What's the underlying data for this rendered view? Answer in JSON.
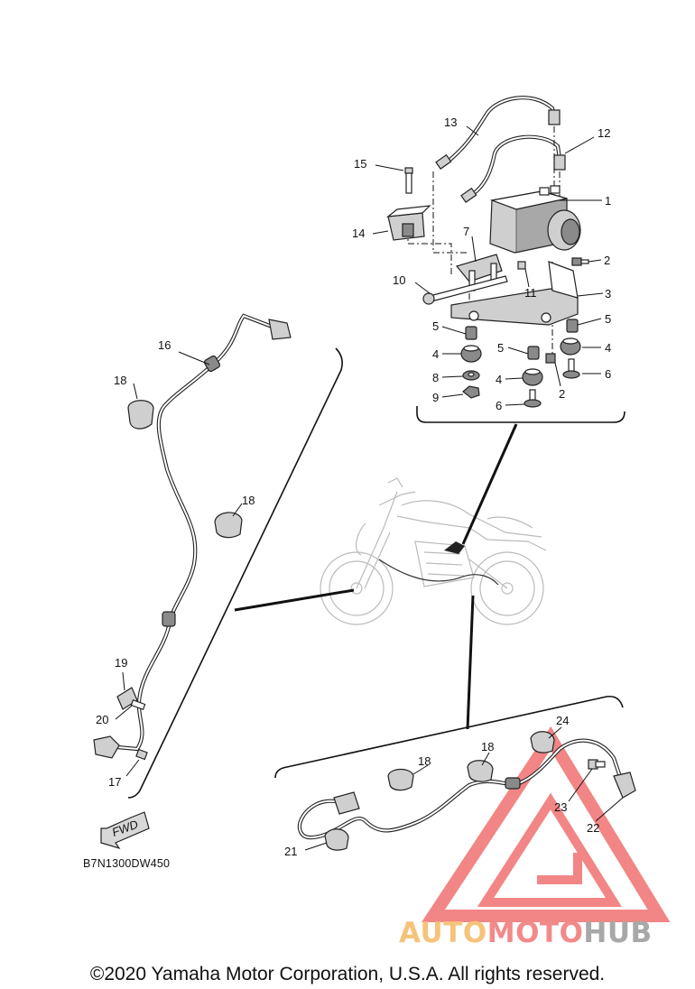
{
  "diagram": {
    "drawing_code": "B7N1300DW450",
    "direction_arrow": "FWD",
    "copyright": "©2020 Yamaha Motor Corporation, U.S.A. All rights reserved.",
    "watermark": {
      "word_auto": "AUTO",
      "word_moto": "MOTO",
      "word_hub": "HUB",
      "colors": {
        "auto": "#f6c37a",
        "moto": "#f28a8a",
        "hub": "#a8a8a8",
        "logo": "#f07070"
      }
    }
  },
  "callouts": [
    {
      "id": "c1",
      "text": "1"
    },
    {
      "id": "c2a",
      "text": "2"
    },
    {
      "id": "c2b",
      "text": "2"
    },
    {
      "id": "c3",
      "text": "3"
    },
    {
      "id": "c4a",
      "text": "4"
    },
    {
      "id": "c4b",
      "text": "4"
    },
    {
      "id": "c4c",
      "text": "4"
    },
    {
      "id": "c5a",
      "text": "5"
    },
    {
      "id": "c5b",
      "text": "5"
    },
    {
      "id": "c5c",
      "text": "5"
    },
    {
      "id": "c6a",
      "text": "6"
    },
    {
      "id": "c6b",
      "text": "6"
    },
    {
      "id": "c7",
      "text": "7"
    },
    {
      "id": "c8",
      "text": "8"
    },
    {
      "id": "c9",
      "text": "9"
    },
    {
      "id": "c10",
      "text": "10"
    },
    {
      "id": "c11",
      "text": "11"
    },
    {
      "id": "c12",
      "text": "12"
    },
    {
      "id": "c13",
      "text": "13"
    },
    {
      "id": "c14",
      "text": "14"
    },
    {
      "id": "c15",
      "text": "15"
    },
    {
      "id": "c16",
      "text": "16"
    },
    {
      "id": "c17",
      "text": "17"
    },
    {
      "id": "c18a",
      "text": "18"
    },
    {
      "id": "c18b",
      "text": "18"
    },
    {
      "id": "c18c",
      "text": "18"
    },
    {
      "id": "c18d",
      "text": "18"
    },
    {
      "id": "c19",
      "text": "19"
    },
    {
      "id": "c20",
      "text": "20"
    },
    {
      "id": "c21",
      "text": "21"
    },
    {
      "id": "c22",
      "text": "22"
    },
    {
      "id": "c23",
      "text": "23"
    },
    {
      "id": "c24",
      "text": "24"
    }
  ]
}
